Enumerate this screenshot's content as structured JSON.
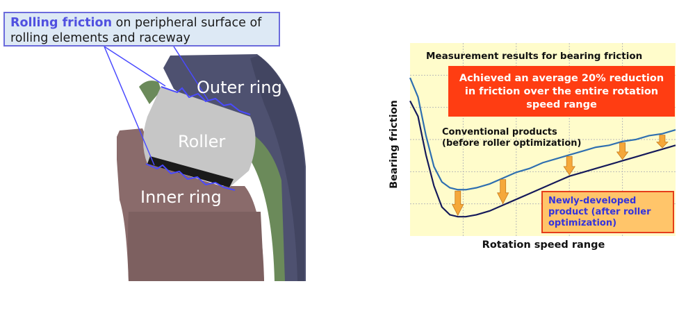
{
  "diagram": {
    "callout": {
      "highlight": "Rolling friction",
      "line1_rest": " on peripheral surface of",
      "line2": "rolling elements and raceway"
    },
    "labels": {
      "outer_ring": "Outer ring",
      "roller": "Roller",
      "inner_ring": "Inner ring"
    },
    "colors": {
      "outer_ring": "#4e5170",
      "roller": "#bdbdbd",
      "inner_ring": "#8a6b6b",
      "cage": "#6b8a5a",
      "callout_border": "#6b6bdc",
      "callout_fill": "#dde9f5"
    }
  },
  "chart": {
    "title": "Measurement results for bearing friction",
    "banner": {
      "line1": "Achieved an average 20% reduction",
      "line2": "in friction over the entire rotation",
      "line3": "speed range"
    },
    "conventional_label": {
      "line1": "Conventional products",
      "line2": "(before roller optimization)"
    },
    "new_label": {
      "line1": "Newly-developed",
      "line2": "product (after roller",
      "line3": "optimization)"
    },
    "xlabel": "Rotation speed range",
    "ylabel": "Bearing friction",
    "colors": {
      "background": "#fffccb",
      "grid": "#b9b9b9",
      "conventional": "#2f6fb0",
      "new": "#151a5a",
      "banner": "#ff3d12",
      "arrow": "#f5a83a"
    }
  },
  "chart_data": {
    "type": "line",
    "title": "Measurement results for bearing friction",
    "xlabel": "Rotation speed range",
    "ylabel": "Bearing friction",
    "grid": true,
    "series": [
      {
        "name": "Conventional products (before roller optimization)",
        "x": [
          0,
          0.03,
          0.06,
          0.09,
          0.12,
          0.15,
          0.18,
          0.21,
          0.25,
          0.3,
          0.35,
          0.4,
          0.45,
          0.5,
          0.55,
          0.6,
          0.65,
          0.7,
          0.75,
          0.8,
          0.85,
          0.9,
          0.95,
          1.0
        ],
        "y": [
          0.82,
          0.72,
          0.52,
          0.36,
          0.28,
          0.25,
          0.24,
          0.24,
          0.25,
          0.27,
          0.3,
          0.33,
          0.35,
          0.38,
          0.4,
          0.42,
          0.44,
          0.46,
          0.47,
          0.49,
          0.5,
          0.52,
          0.53,
          0.55
        ]
      },
      {
        "name": "Newly-developed product (after roller optimization)",
        "x": [
          0,
          0.03,
          0.06,
          0.09,
          0.12,
          0.15,
          0.18,
          0.21,
          0.25,
          0.3,
          0.35,
          0.4,
          0.45,
          0.5,
          0.55,
          0.6,
          0.65,
          0.7,
          0.75,
          0.8,
          0.85,
          0.9,
          0.95,
          1.0
        ],
        "y": [
          0.7,
          0.62,
          0.42,
          0.26,
          0.15,
          0.11,
          0.1,
          0.1,
          0.11,
          0.13,
          0.16,
          0.19,
          0.22,
          0.25,
          0.28,
          0.31,
          0.33,
          0.35,
          0.37,
          0.39,
          0.41,
          0.43,
          0.45,
          0.47
        ]
      }
    ]
  }
}
